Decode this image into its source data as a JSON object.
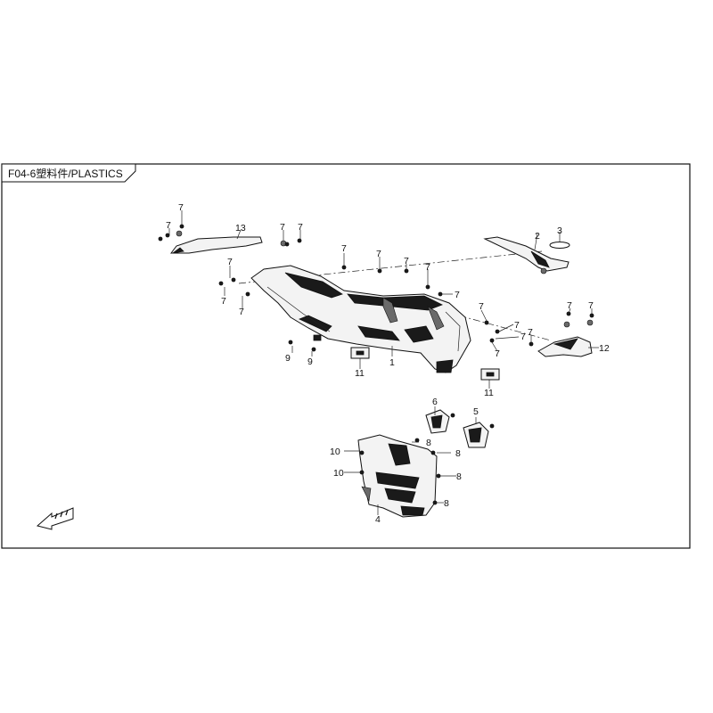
{
  "header": {
    "title": "F04-6塑料件/PLASTICS"
  },
  "callouts": {
    "c1": "1",
    "c2": "2",
    "c3": "3",
    "c4": "4",
    "c5": "5",
    "c6": "6",
    "c7": "7",
    "c8": "8",
    "c9": "9",
    "c10": "10",
    "c11": "11",
    "c12": "12",
    "c13": "13"
  },
  "icons": {
    "front": "direction-arrow-icon"
  },
  "colors": {
    "line": "#111111",
    "background": "#ffffff"
  }
}
